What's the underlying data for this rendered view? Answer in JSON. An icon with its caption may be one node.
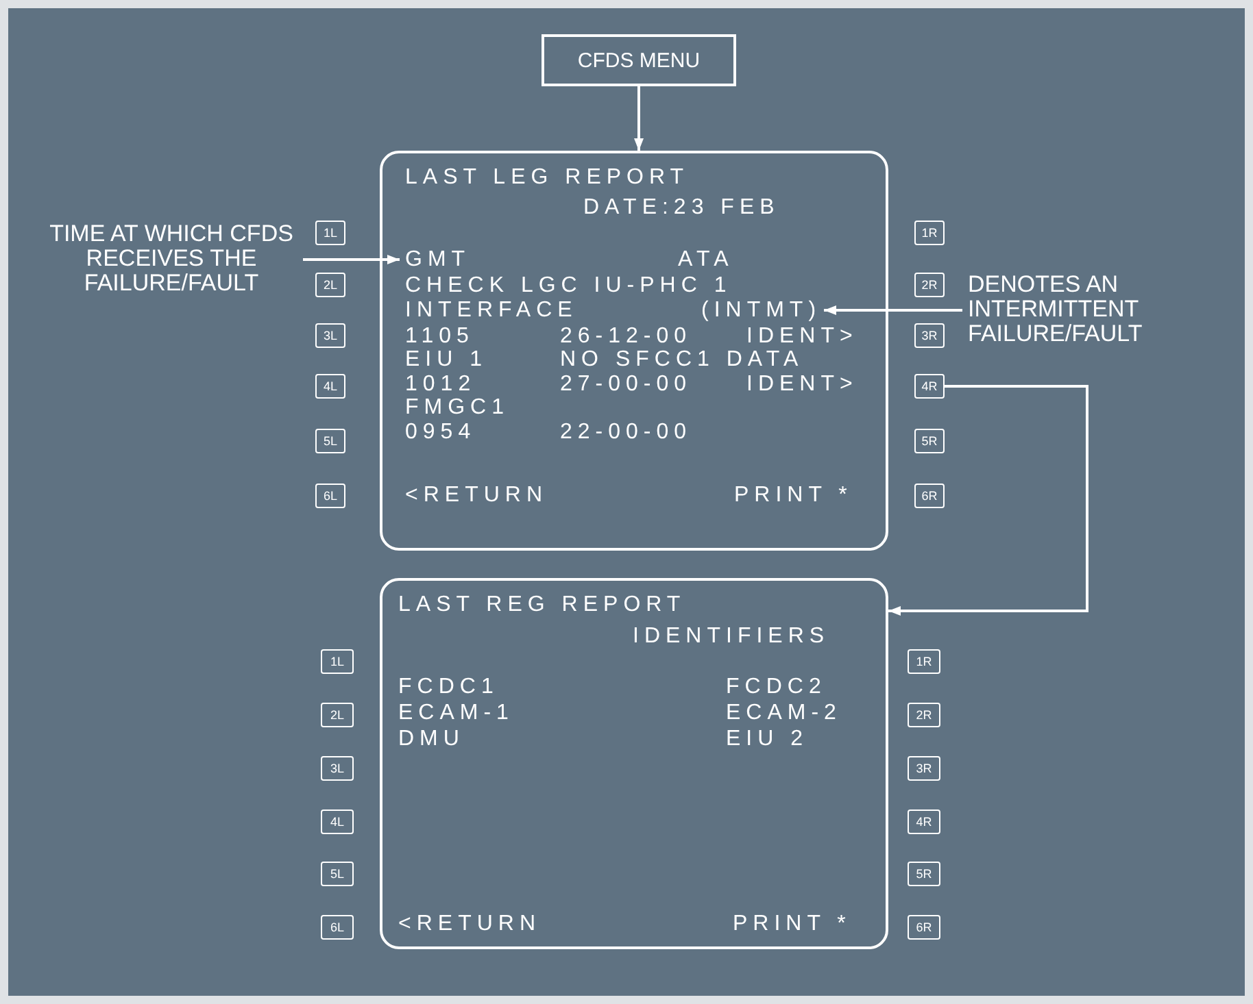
{
  "diagram": {
    "nodes": [
      {
        "text": [
          "CFDS MENU"
        ]
      },
      {
        "text": [
          "LAST LEG REPORT",
          "DATE:23 FEB",
          "ATA",
          "CHECK LGC IU-PHC 1",
          "INTERFACE",
          "1105",
          "26-12-00",
          "IDENT>",
          "EIU 1",
          "NO SFCC1 DATA",
          "1012",
          "27-00-00",
          "IDENT>",
          "FMGC1",
          "0954",
          "22-00-00",
          "<RETURN",
          "PRINT *"
        ]
      },
      {
        "text": [
          "GMT"
        ],
        "in": 1
      },
      {
        "text": [
          "(INTMT)"
        ],
        "in": 1
      },
      {
        "text": [
          "TIME AT WHICH CFDS RECEIVES THE FAILURE/FAULT"
        ]
      },
      {
        "text": [
          "DENOTES AN INTERMITTENT FAILURE/FAULT"
        ]
      },
      {
        "text": [
          "1L"
        ]
      },
      {
        "text": [
          "2L"
        ]
      },
      {
        "text": [
          "3L"
        ]
      },
      {
        "text": [
          "4L"
        ]
      },
      {
        "text": [
          "5L"
        ]
      },
      {
        "text": [
          "6L"
        ]
      },
      {
        "text": [
          "1R"
        ]
      },
      {
        "text": [
          "2R"
        ]
      },
      {
        "text": [
          "3R"
        ]
      },
      {
        "text": [
          "4R"
        ]
      },
      {
        "text": [
          "5R"
        ]
      },
      {
        "text": [
          "6R"
        ]
      },
      {
        "text": [
          "LAST REG REPORT",
          "IDENTIFIERS",
          "FCDC1",
          "FCDC2",
          "ECAM-1",
          "ECAM-2",
          "DMU",
          "EIU 2",
          "<RETURN",
          "PRINT *"
        ]
      },
      {
        "text": [
          "1L"
        ]
      },
      {
        "text": [
          "2L"
        ]
      },
      {
        "text": [
          "3L"
        ]
      },
      {
        "text": [
          "4L"
        ]
      },
      {
        "text": [
          "5L"
        ]
      },
      {
        "text": [
          "6L"
        ]
      },
      {
        "text": [
          "1R"
        ]
      },
      {
        "text": [
          "2R"
        ]
      },
      {
        "text": [
          "3R"
        ]
      },
      {
        "text": [
          "4R"
        ]
      },
      {
        "text": [
          "5R"
        ]
      },
      {
        "text": [
          "6R"
        ]
      }
    ],
    "edges": [
      {
        "from": 0,
        "to": 1,
        "arrow": "to"
      },
      {
        "from": 4,
        "to": 2,
        "arrow": "to"
      },
      {
        "from": 5,
        "to": 3,
        "arrow": "to"
      },
      {
        "from": 15,
        "to": 18,
        "arrow": "to"
      }
    ]
  }
}
